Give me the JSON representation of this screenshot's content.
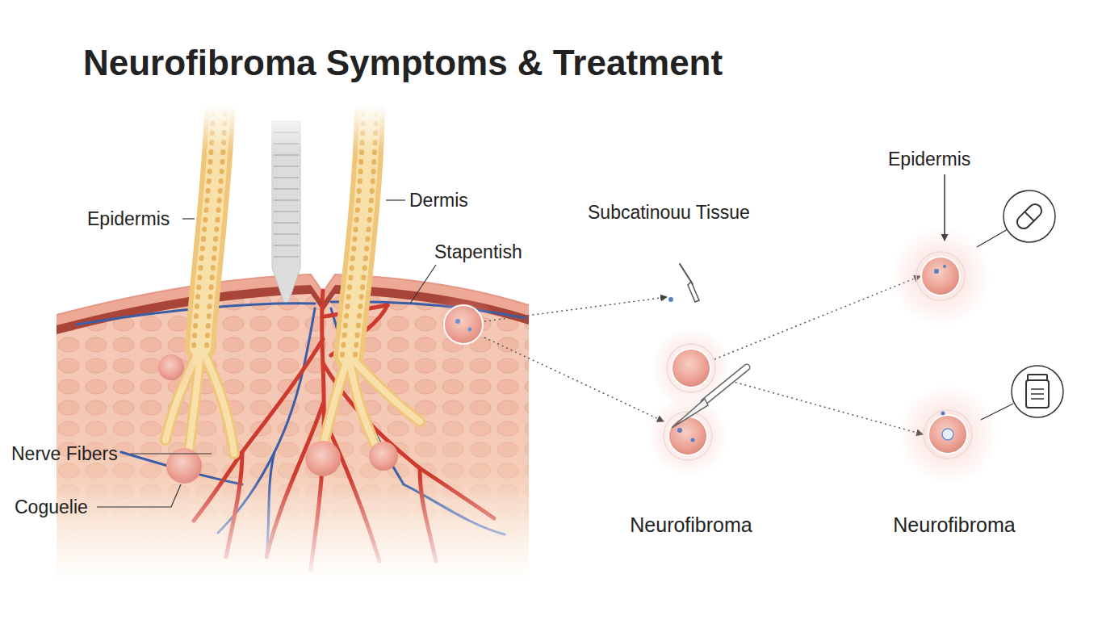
{
  "diagram": {
    "title": "Neurofibroma Symptoms & Treatment",
    "labels": [
      "Epidermis",
      "Dermis",
      "Stapentish",
      "Nerve Fibers",
      "Coguelie",
      "Subcatinouu Tissue",
      "Epidermis",
      "Neurofibroma",
      "Neurofibroma"
    ]
  }
}
